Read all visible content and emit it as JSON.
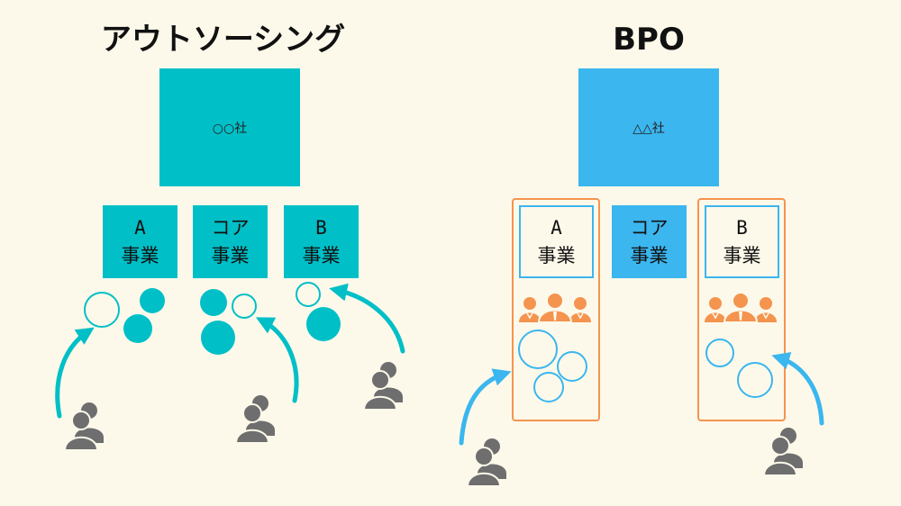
{
  "outsourcing": {
    "title": "アウトソーシング",
    "company": "○○社",
    "divisions": [
      {
        "lines": [
          "A",
          "事業"
        ]
      },
      {
        "lines": [
          "コア",
          "事業"
        ]
      },
      {
        "lines": [
          "B",
          "事業"
        ]
      }
    ]
  },
  "bpo": {
    "title": "BPO",
    "company": "△△社",
    "divisions": [
      {
        "lines": [
          "A",
          "事業"
        ]
      },
      {
        "lines": [
          "コア",
          "事業"
        ]
      },
      {
        "lines": [
          "B",
          "事業"
        ]
      }
    ]
  },
  "icons": {
    "external_people": "user-group-icon",
    "staff_team": "staff-team-icon",
    "task_circle": "task-circle-icon",
    "flow_arrow": "curved-arrow-icon"
  },
  "colors": {
    "background": "#fdf9ea",
    "teal": "#00bfc7",
    "sky_blue": "#3bb6ef",
    "orange": "#f4944e",
    "people_gray": "#6e6e6e",
    "text": "#111111"
  }
}
